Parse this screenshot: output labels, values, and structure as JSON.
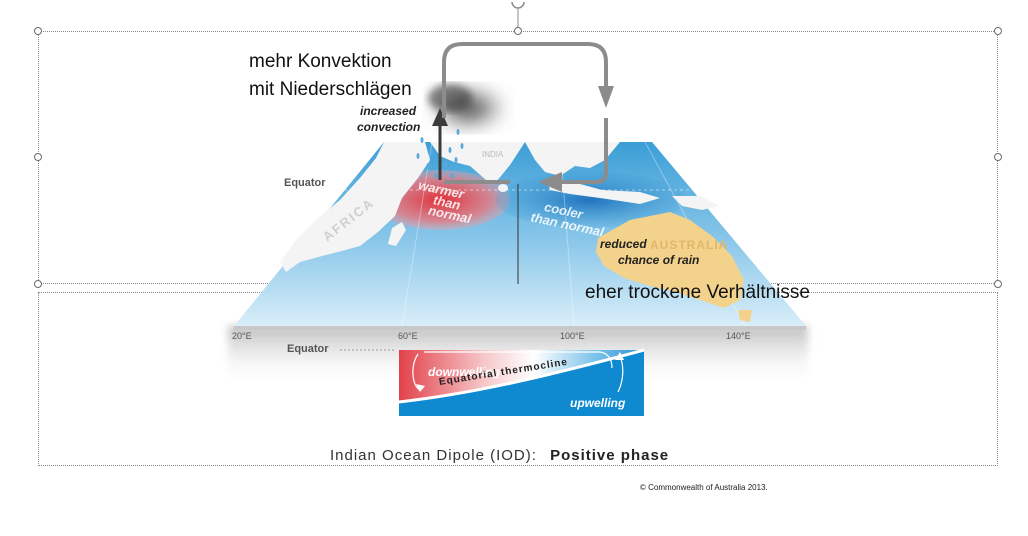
{
  "annotations": {
    "convection_line1": "mehr Konvektion",
    "convection_line2": "mit Niederschlägen",
    "dry": "eher trockene Verhältnisse"
  },
  "map": {
    "increased_line1": "increased",
    "increased_line2": "convection",
    "equator": "Equator",
    "africa": "AFRICA",
    "india": "INDIA",
    "australia": "AUSTRALIA",
    "warm_line1": "warmer",
    "warm_line2": "than",
    "warm_line3": "normal",
    "cool_line1": "cooler",
    "cool_line2": "than normal",
    "reduced_line1": "reduced",
    "reduced_line2": "chance of rain",
    "longitudes": [
      "20°E",
      "60°E",
      "100°E",
      "140°E"
    ]
  },
  "cross_section": {
    "equator": "Equator",
    "downwelling": "downwelling",
    "thermocline": "Equatorial thermocline",
    "upwelling": "upwelling"
  },
  "caption": {
    "prefix": "Indian Ocean Dipole (IOD):",
    "phase": "Positive phase"
  },
  "copyright": "© Commonwealth of Australia 2013."
}
